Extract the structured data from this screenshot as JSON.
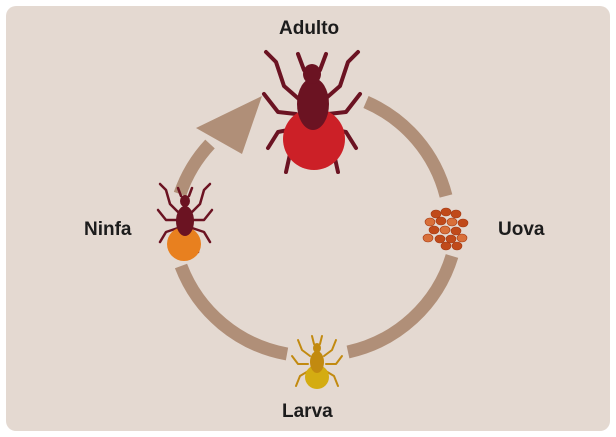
{
  "stages": {
    "adult": {
      "label": "Adulto"
    },
    "eggs": {
      "label": "Uova"
    },
    "larva": {
      "label": "Larva"
    },
    "nymph": {
      "label": "Ninfa"
    }
  },
  "colors": {
    "background": "#e4d9d1",
    "cycle_arrow": "#b08f78",
    "tick_dark": "#6b1322",
    "adult_body": "#cc2027",
    "nymph_body": "#e8801f",
    "larva_body": "#d4ac12",
    "larva_legs": "#c28a10",
    "egg_color": "#c04a1a"
  }
}
